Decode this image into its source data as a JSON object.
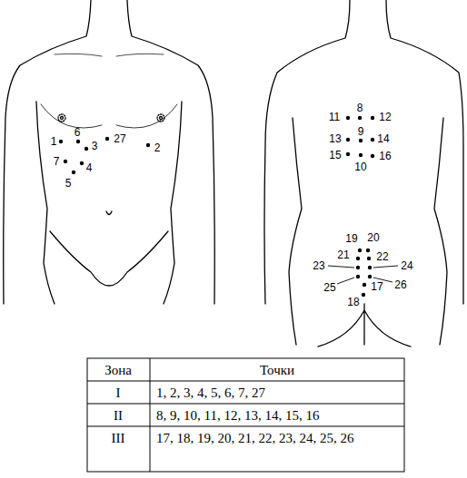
{
  "diagram": {
    "labels": [
      "6",
      "1",
      "3",
      "27",
      "2",
      "7",
      "4",
      "5",
      "8",
      "11",
      "12",
      "9",
      "13",
      "14",
      "15",
      "10",
      "16",
      "19",
      "20",
      "21",
      "22",
      "23",
      "24",
      "25",
      "17",
      "26",
      "18",
      "Зона",
      "Точки",
      "I",
      "1, 2, 3, 4, 5, 6, 7, 27",
      "II",
      "8, 9, 10, 11, 12, 13, 14, 15, 16",
      "III",
      "17, 18, 19, 20, 21, 22, 23, 24, 25, 26"
    ]
  }
}
